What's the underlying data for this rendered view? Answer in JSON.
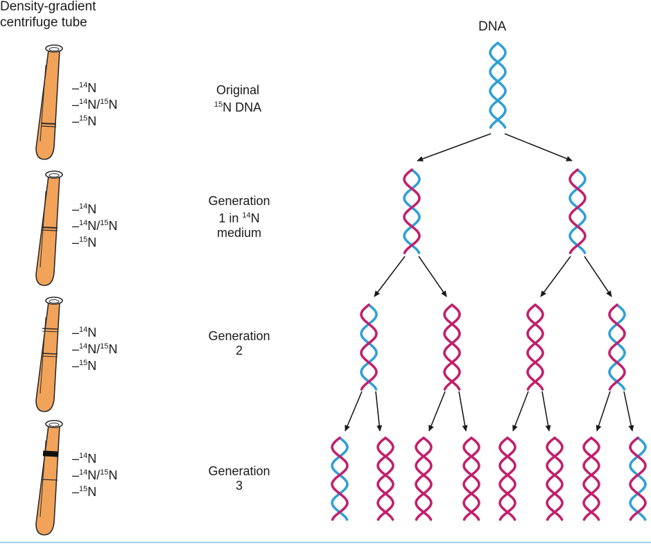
{
  "header": {
    "line1": "Density-gradient",
    "line2": "centrifuge tube"
  },
  "dna_title": "DNA",
  "band_labels": {
    "light": {
      "dash": "–",
      "sup": "14",
      "el": "N"
    },
    "hybrid": {
      "dash": "–",
      "sup1": "14",
      "mid": "N/",
      "sup2": "15",
      "el": "N"
    },
    "heavy": {
      "dash": "–",
      "sup": "15",
      "el": "N"
    }
  },
  "generations": [
    {
      "line1": "Original",
      "sup": "15",
      "line2_rest": "N DNA",
      "line3": ""
    },
    {
      "line1": "Generation",
      "line2_pre": "1 in ",
      "sup": "14",
      "line2_rest": "N",
      "line3": "medium"
    },
    {
      "line1": "Generation",
      "line2": "2"
    },
    {
      "line1": "Generation",
      "line2": "3"
    }
  ],
  "colors": {
    "heavy_strand": "#2f9fd9",
    "light_strand": "#c21f6c",
    "tube_fill": "#f2a35a",
    "tube_outline": "#2a2a2a",
    "arrow": "#1a1a1a",
    "bottom_rule": "#9fd0ea"
  },
  "tree": {
    "levels": [
      [
        "heavy-heavy"
      ],
      [
        "heavy-light",
        "heavy-light"
      ],
      [
        "heavy-light",
        "light-light",
        "light-light",
        "heavy-light"
      ],
      [
        "heavy-light",
        "light-light",
        "light-light",
        "light-light",
        "light-light",
        "light-light",
        "light-light",
        "heavy-light"
      ]
    ]
  }
}
